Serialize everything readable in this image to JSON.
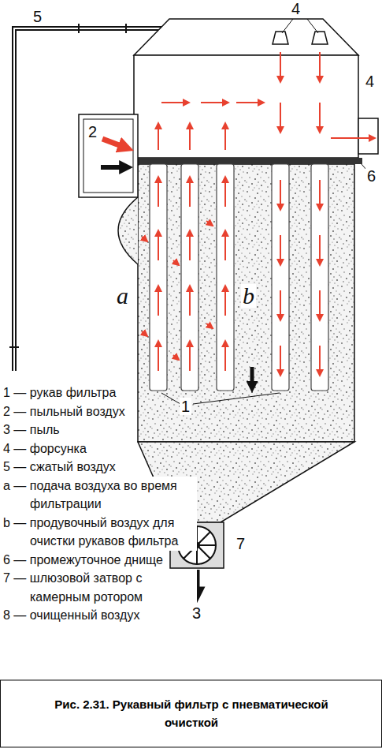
{
  "diagram": {
    "caption": "Рис. 2.31. Рукавный фильтр с пневматической очисткой",
    "labels": [
      "5",
      "4",
      "4",
      "2",
      "6",
      "a",
      "b",
      "1",
      "7",
      "3",
      "1 — рукав фильтра",
      "2 — пыльный воздух",
      "3 — пыль",
      "4 — форсунка",
      "5 — сжатый воздух",
      "a — подача воздуха во время фильтрации",
      "b — продувочный воздух для очистки рукавов фильтра",
      "6 — промежуточное днище",
      "7 — шлюзовой затвор с камерным ротором",
      "8 — очищенный воздух"
    ]
  }
}
